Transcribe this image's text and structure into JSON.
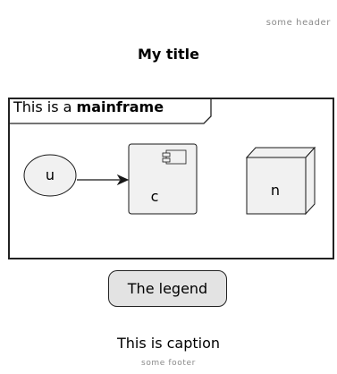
{
  "header": {
    "text": "some header"
  },
  "title": {
    "text": "My title"
  },
  "frame": {
    "label_prefix": "This is a ",
    "label_bold": "mainframe"
  },
  "nodes": {
    "usecase": {
      "label": "u"
    },
    "component": {
      "label": "c"
    },
    "node": {
      "label": "n"
    }
  },
  "legend": {
    "text": "The legend"
  },
  "caption": {
    "text": "This is caption"
  },
  "footer": {
    "text": "some footer"
  },
  "colors": {
    "element_fill": "#f1f1f1",
    "element_stroke": "#181818",
    "legend_fill": "#e3e3e3",
    "muted_text": "#8a8a8a"
  }
}
